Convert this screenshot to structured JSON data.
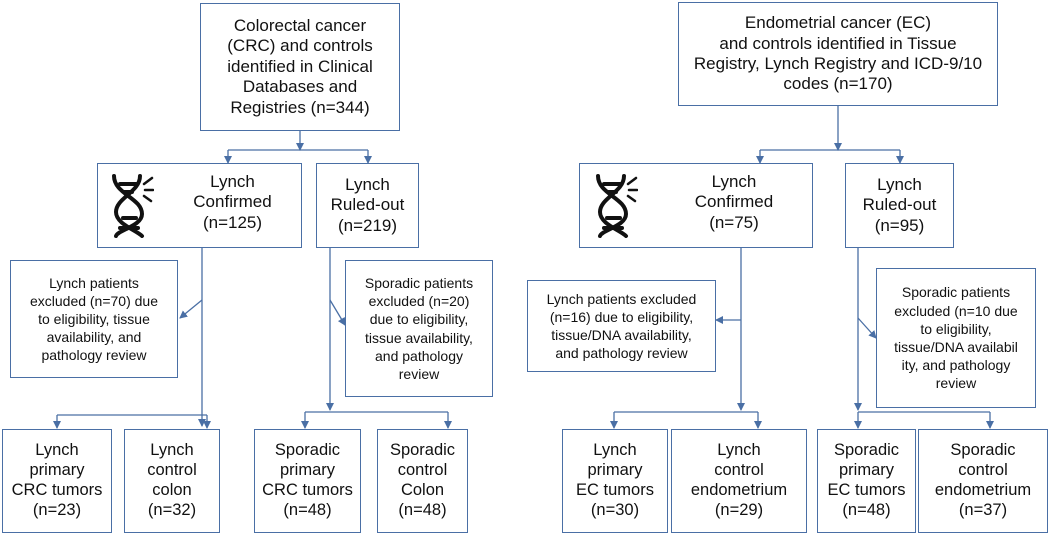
{
  "crc": {
    "source": "Colorectal cancer\n(CRC) and controls\nidentified in Clinical\nDatabases and\nRegistries (n=344)",
    "confirmed": "Lynch\nConfirmed\n(n=125)",
    "ruled_out": "Lynch\nRuled-out\n(n=219)",
    "lynch_excluded": "Lynch patients\nexcluded (n=70) due\nto eligibility, tissue\navailability, and\npathology review",
    "sporadic_excluded": "Sporadic patients\nexcluded (n=20)\ndue to eligibility,\ntissue availability,\nand pathology\nreview",
    "outcomes": [
      "Lynch\nprimary\nCRC tumors\n(n=23)",
      "Lynch\ncontrol\ncolon\n(n=32)",
      "Sporadic\nprimary\nCRC tumors\n(n=48)",
      "Sporadic\ncontrol\nColon\n(n=48)"
    ]
  },
  "ec": {
    "source": "Endometrial cancer (EC)\nand controls identified in Tissue\nRegistry, Lynch Registry and ICD-9/10\ncodes (n=170)",
    "confirmed": "Lynch\nConfirmed\n(n=75)",
    "ruled_out": "Lynch\nRuled-out\n(n=95)",
    "lynch_excluded": "Lynch patients excluded\n(n=16) due to eligibility,\ntissue/DNA availability,\nand pathology review",
    "sporadic_excluded": "Sporadic patients\nexcluded (n=10 due\nto eligibility,\ntissue/DNA availabil\nity, and pathology\nreview",
    "outcomes": [
      "Lynch\nprimary\nEC tumors\n(n=30)",
      "Lynch\ncontrol\nendometrium\n(n=29)",
      "Sporadic\nprimary\nEC tumors\n(n=48)",
      "Sporadic\ncontrol\nendometrium\n(n=37)"
    ]
  },
  "icons": {
    "confirmed": "dna-icon"
  },
  "colors": {
    "line": "#4a6fa5",
    "border": "#4a6fa5"
  }
}
